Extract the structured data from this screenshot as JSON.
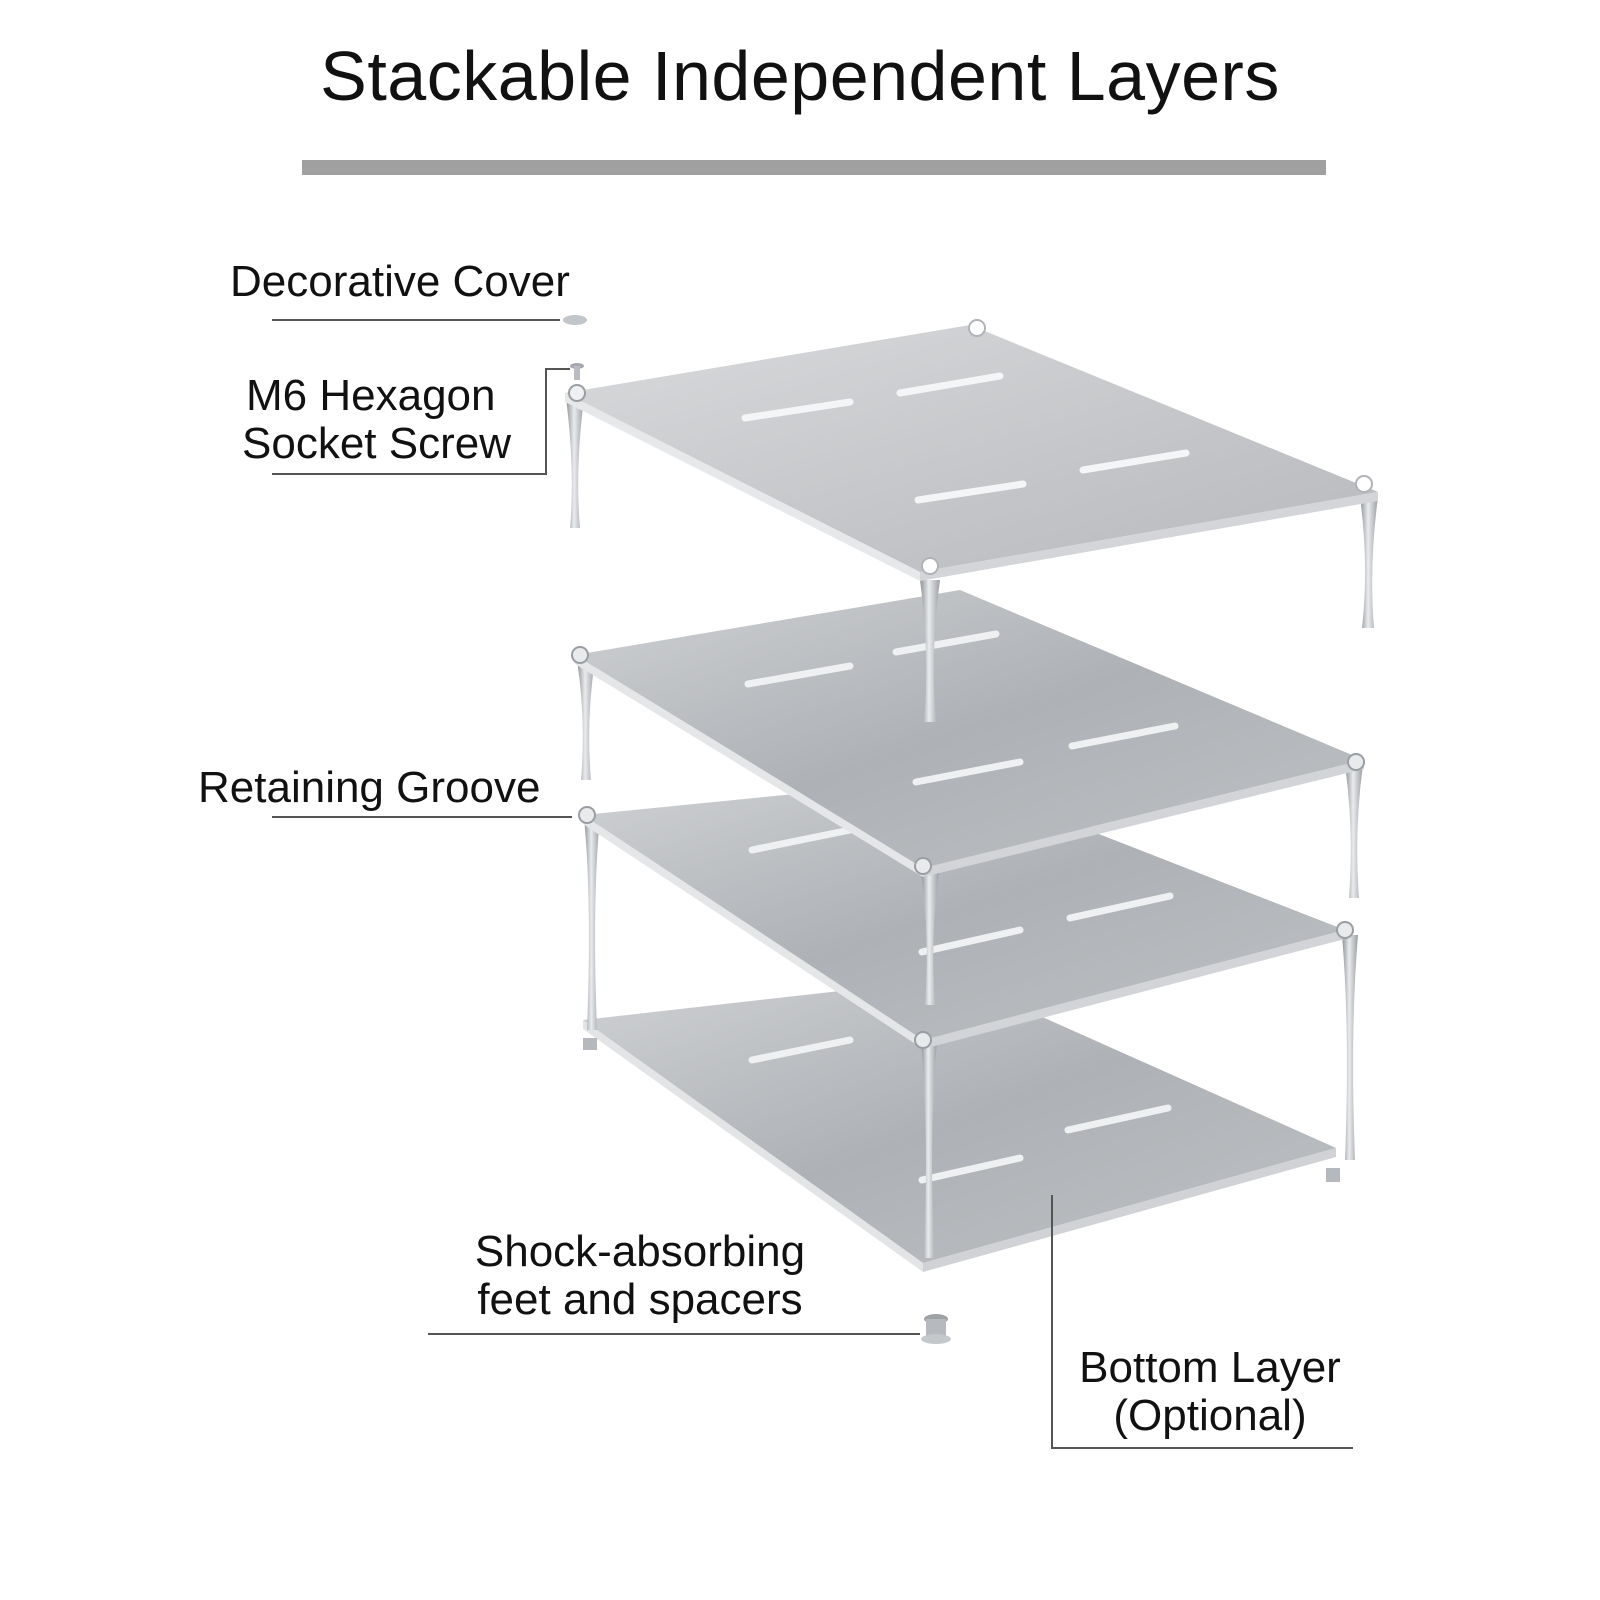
{
  "title": "Stackable Independent Layers",
  "labels": {
    "decorative_cover": "Decorative Cover",
    "screw_line1": "M6 Hexagon",
    "screw_line2": "Socket Screw",
    "retaining_groove": "Retaining Groove",
    "shock_line1": "Shock-absorbing",
    "shock_line2": "feet and spacers",
    "bottom_line1": "Bottom Layer",
    "bottom_line2": "(Optional)"
  },
  "colors": {
    "rule": "#a0a0a0",
    "leader": "#555555",
    "shelf_top": "#c4c6c9",
    "shelf_edge": "#e4e6e8",
    "slot": "#f2f3f4",
    "leg": "#b3b6ba"
  },
  "layer_count": 4
}
